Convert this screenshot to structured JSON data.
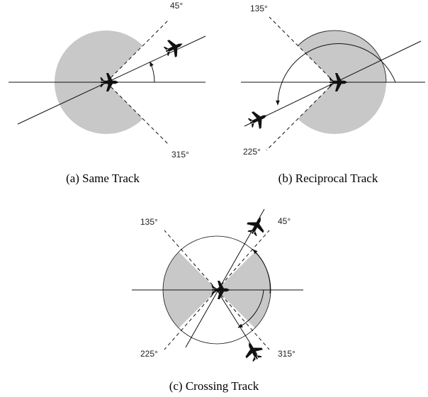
{
  "colors": {
    "zone": "#c8c8c8",
    "ink": "#111111"
  },
  "panels": [
    {
      "id": "a",
      "caption": "(a) Same Track",
      "angle_labels": [
        "45°",
        "315°"
      ]
    },
    {
      "id": "b",
      "caption": "(b) Reciprocal Track",
      "angle_labels": [
        "135°",
        "225°"
      ]
    },
    {
      "id": "c",
      "caption": "(c) Crossing Track",
      "angle_labels": [
        "135°",
        "45°",
        "225°",
        "315°"
      ]
    }
  ]
}
